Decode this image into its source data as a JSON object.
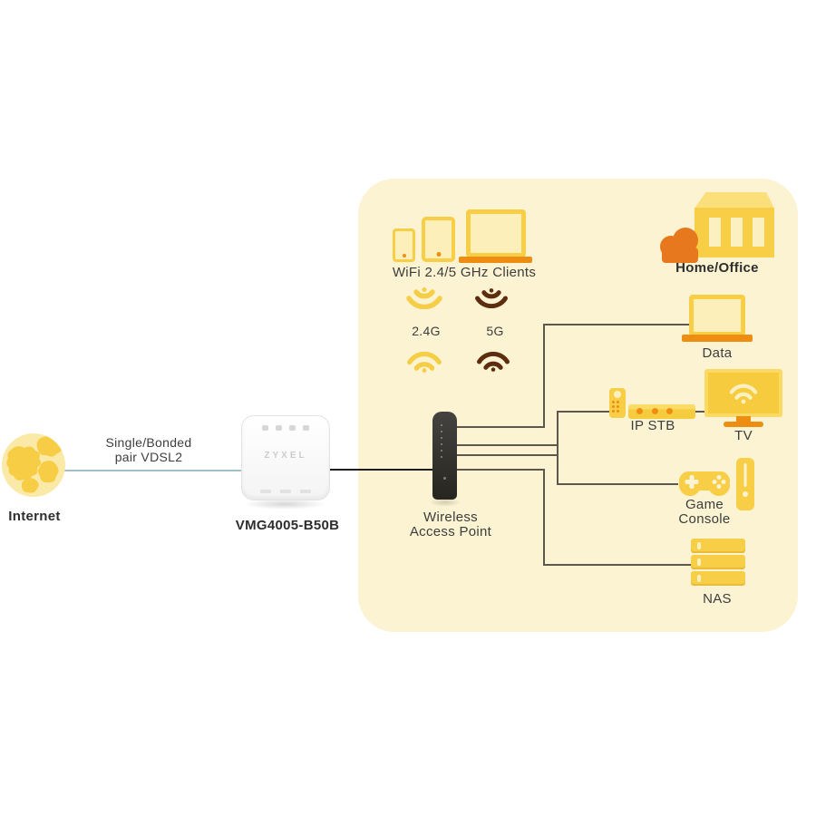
{
  "colors": {
    "panel_bg": "#FBF3D2",
    "gold": "#F7CE46",
    "light_yellow": "#FDEFB9",
    "pale_yellow": "#FCF0C0",
    "orange": "#ED8E12",
    "cloud_orange": "#E8781E",
    "brown": "#5C2E0F",
    "connector_line": "#5C594C",
    "vdsl_line": "#9FC0C7",
    "ethernet_line": "#1F1F1F",
    "text": "#3D3D3D"
  },
  "internet": {
    "label": "Internet"
  },
  "vdsl_link": {
    "label_line1": "Single/Bonded",
    "label_line2": "pair VDSL2"
  },
  "modem": {
    "brand": "ZYXEL",
    "model": "VMG4005-B50B"
  },
  "access_point": {
    "label_line1": "Wireless",
    "label_line2": "Access Point"
  },
  "wifi_clients": {
    "label": "WiFi 2.4/5 GHz Clients",
    "band_24": "2.4G",
    "band_5": "5G"
  },
  "home_office": {
    "label": "Home/Office"
  },
  "lan_devices": {
    "data": "Data",
    "ip_stb": "IP STB",
    "tv": "TV",
    "game_line1": "Game",
    "game_line2": "Console",
    "nas": "NAS"
  }
}
